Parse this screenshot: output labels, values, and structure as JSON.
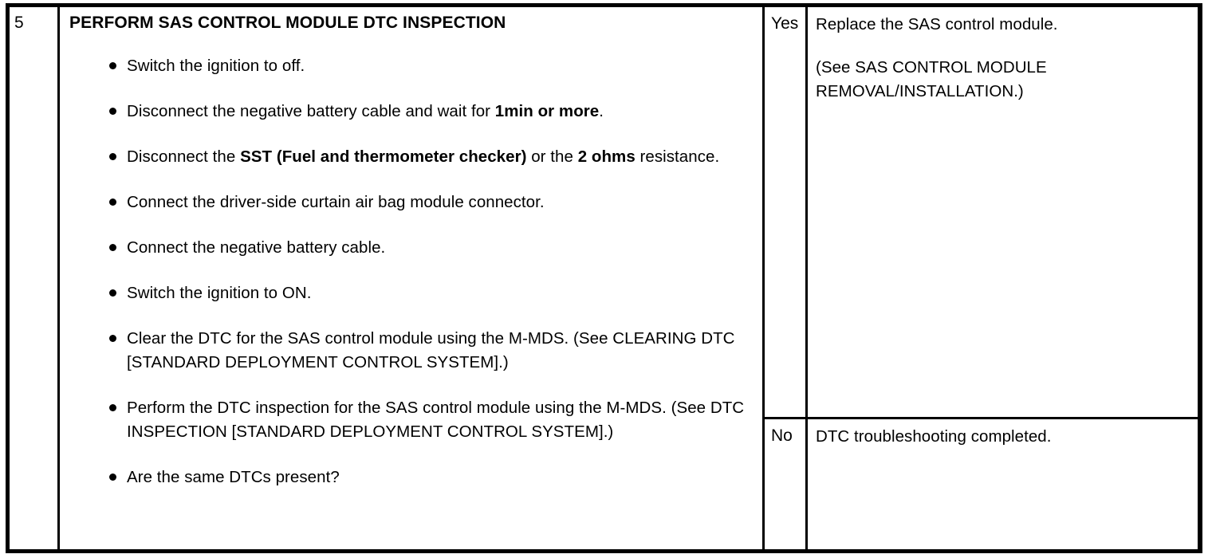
{
  "table": {
    "step": {
      "number": "5",
      "title": "PERFORM SAS CONTROL MODULE DTC INSPECTION",
      "bullets": [
        {
          "prefix": "Switch the ignition to off.",
          "bold": "",
          "suffix": "",
          "bold2": "",
          "suffix2": ""
        },
        {
          "prefix": "Disconnect the negative battery cable and wait for ",
          "bold": "1min or more",
          "suffix": ".",
          "bold2": "",
          "suffix2": ""
        },
        {
          "prefix": "Disconnect the ",
          "bold": "SST (Fuel and thermometer checker)",
          "suffix": " or the ",
          "bold2": "2 ohms",
          "suffix2": " resistance."
        },
        {
          "prefix": "Connect the driver-side curtain air bag module connector.",
          "bold": "",
          "suffix": "",
          "bold2": "",
          "suffix2": ""
        },
        {
          "prefix": "Connect the negative battery cable.",
          "bold": "",
          "suffix": "",
          "bold2": "",
          "suffix2": ""
        },
        {
          "prefix": "Switch the ignition to ON.",
          "bold": "",
          "suffix": "",
          "bold2": "",
          "suffix2": ""
        },
        {
          "prefix": "Clear the DTC for the SAS control module using the M-MDS. (See CLEARING DTC [STANDARD DEPLOYMENT CONTROL SYSTEM].)",
          "bold": "",
          "suffix": "",
          "bold2": "",
          "suffix2": ""
        },
        {
          "prefix": "Perform the DTC inspection for the SAS control module using the M-MDS. (See DTC INSPECTION [STANDARD DEPLOYMENT CONTROL SYSTEM].)",
          "bold": "",
          "suffix": "",
          "bold2": "",
          "suffix2": ""
        },
        {
          "prefix": "Are the same DTCs present?",
          "bold": "",
          "suffix": "",
          "bold2": "",
          "suffix2": ""
        }
      ]
    },
    "answers": {
      "yes": {
        "label": "Yes",
        "action_primary": "Replace the SAS control module.",
        "action_reference": "(See SAS CONTROL MODULE REMOVAL/INSTALLATION.)"
      },
      "no": {
        "label": "No",
        "action_primary": "DTC troubleshooting completed.",
        "action_reference": ""
      }
    }
  }
}
